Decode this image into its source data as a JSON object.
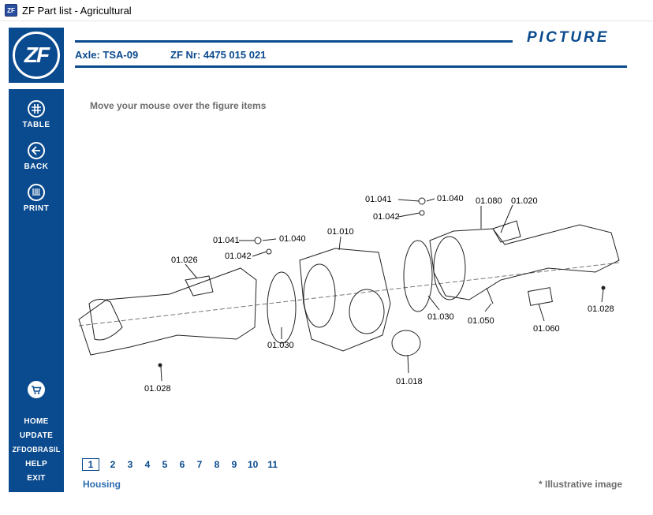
{
  "window": {
    "title": "ZF Part list - Agricultural",
    "icon_text": "ZF"
  },
  "logo": {
    "text": "ZF"
  },
  "header": {
    "section_title": "PICTURE",
    "axle": "Axle: TSA-09",
    "zf_nr": "ZF Nr: 4475 015 021"
  },
  "sidebar": {
    "table": "TABLE",
    "back": "BACK",
    "print": "PRINT",
    "home": "HOME",
    "update": "UPDATE",
    "zfdobrasil": "ZFDOBRASIL",
    "help": "HELP",
    "exit": "EXIT"
  },
  "hint": "Move your mouse over the figure items",
  "diagram": {
    "labels": [
      "01.041",
      "01.040",
      "01.042",
      "01.041",
      "01.040",
      "01.042",
      "01.010",
      "01.080",
      "01.020",
      "01.026",
      "01.030",
      "01.030",
      "01.050",
      "01.060",
      "01.028",
      "01.028",
      "01.018"
    ]
  },
  "pagination": {
    "pages": [
      "1",
      "2",
      "3",
      "4",
      "5",
      "6",
      "7",
      "8",
      "9",
      "10",
      "11"
    ],
    "current": "1"
  },
  "footer": {
    "section": "Housing",
    "note": "* Illustrative image"
  }
}
